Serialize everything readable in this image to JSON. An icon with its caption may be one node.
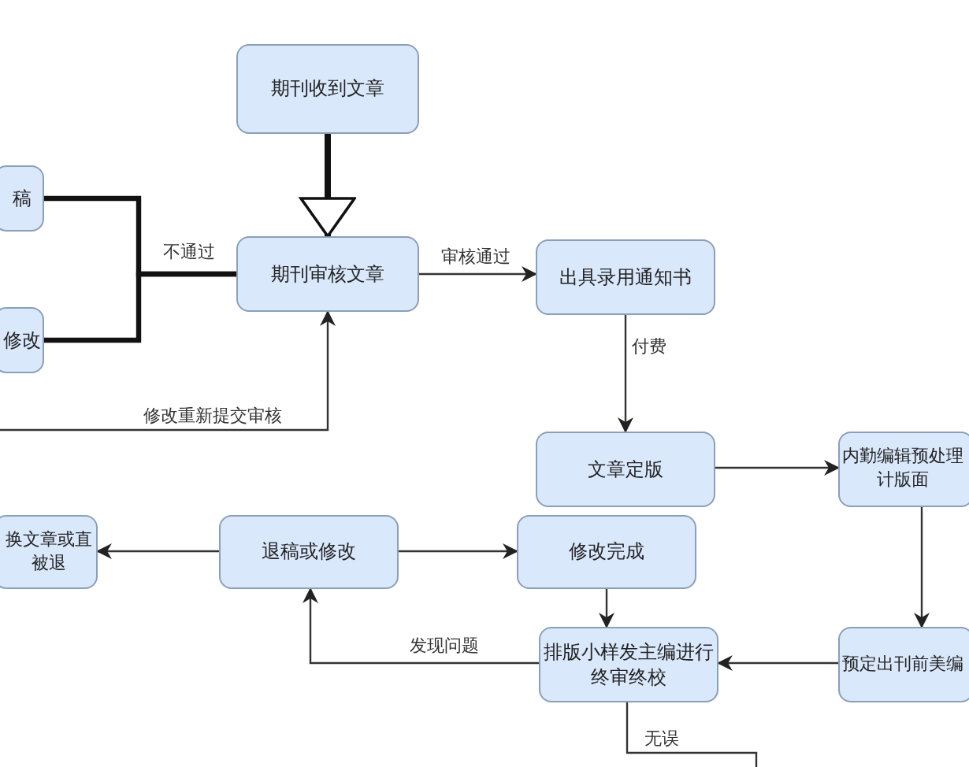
{
  "diagram": {
    "nodes": [
      {
        "text": [
          "期刊收到文章"
        ]
      },
      {
        "text": [
          "稿"
        ]
      },
      {
        "text": [
          "修改"
        ]
      },
      {
        "text": [
          "期刊审核文章"
        ]
      },
      {
        "text": [
          "出具录用通知书"
        ]
      },
      {
        "text": [
          "文章定版"
        ]
      },
      {
        "text": [
          "内勤编辑预处理计版面"
        ]
      },
      {
        "text": [
          "换文章或直被退"
        ]
      },
      {
        "text": [
          "退稿或修改"
        ]
      },
      {
        "text": [
          "修改完成"
        ]
      },
      {
        "text": [
          "排版小样发主编进行终审终校"
        ]
      },
      {
        "text": [
          "预定出刊前美编"
        ]
      }
    ],
    "edges": [
      {
        "from": 0,
        "to": 3,
        "arrow": "to",
        "style": "thick"
      },
      {
        "from": 3,
        "to": 1,
        "arrow": "none",
        "style": "thick",
        "label": "不通过"
      },
      {
        "from": 3,
        "to": 2,
        "arrow": "none",
        "style": "thick"
      },
      {
        "from": null,
        "to": 3,
        "arrow": "to",
        "label": "修改重新提交审核"
      },
      {
        "from": 3,
        "to": 4,
        "arrow": "to",
        "label": "审核通过"
      },
      {
        "from": 4,
        "to": 5,
        "arrow": "to",
        "label": "付费"
      },
      {
        "from": 5,
        "to": 6,
        "arrow": "to"
      },
      {
        "from": 6,
        "to": 11,
        "arrow": "to"
      },
      {
        "from": 11,
        "to": 10,
        "arrow": "to"
      },
      {
        "from": 9,
        "to": 10,
        "arrow": "to"
      },
      {
        "from": 10,
        "to": 8,
        "arrow": "to",
        "label": "发现问题"
      },
      {
        "from": 8,
        "to": 7,
        "arrow": "to"
      },
      {
        "from": 8,
        "to": 9,
        "arrow": "to"
      },
      {
        "from": 10,
        "to": null,
        "arrow": "none",
        "label": "无误"
      }
    ]
  }
}
